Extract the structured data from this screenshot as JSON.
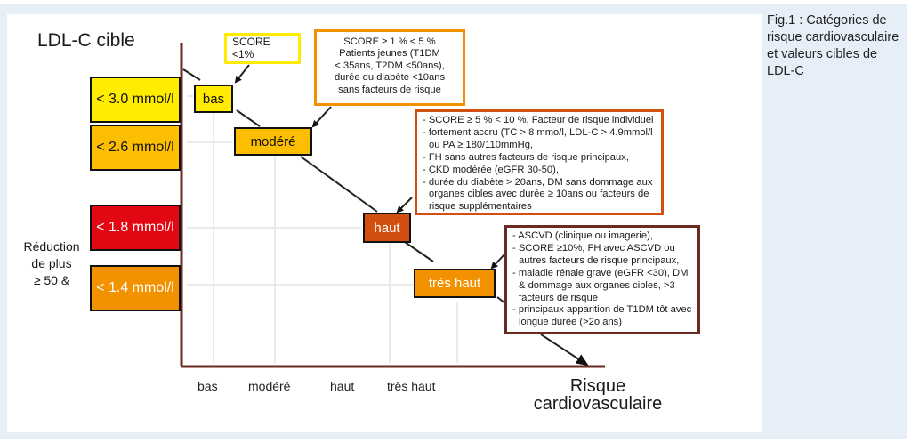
{
  "caption": "Fig.1 :  Catégories de risque cardiovasculaire et valeurs cibles de LDL-C",
  "y_axis_title": "LDL-C cible",
  "x_axis_title_line1": "Risque",
  "x_axis_title_line2": "cardiovasculaire",
  "reduction_note": [
    "Réduction",
    "de plus",
    "≥ 50 &"
  ],
  "targets": [
    {
      "label": "< 3.0 mmol/l",
      "color": "#ffec00"
    },
    {
      "label": "< 2.6 mmol/l",
      "color": "#fcbe00"
    },
    {
      "label": "< 1.8 mmol/l",
      "color": "#e30613"
    },
    {
      "label": "< 1.4 mmol/l",
      "color": "#f39200"
    }
  ],
  "categories": [
    {
      "label": "bas",
      "color": "#ffec00"
    },
    {
      "label": "modéré",
      "color": "#fcbe00"
    },
    {
      "label": "haut",
      "color": "#d2500f"
    },
    {
      "label": "très haut",
      "color": "#f39200"
    }
  ],
  "x_ticks": [
    "bas",
    "modéré",
    "haut",
    "très haut"
  ],
  "notes": {
    "bas": {
      "border": "#ffec00",
      "lines": [
        "SCORE <1%"
      ]
    },
    "modere": {
      "border": "#f39200",
      "lines": [
        "SCORE ≥ 1 % < 5 %",
        "Patients jeunes (T1DM",
        "< 35ans, T2DM <50ans),",
        "durée du diabète <10ans",
        "sans facteurs de risque"
      ]
    },
    "haut": {
      "border": "#d2500f",
      "items": [
        "SCORE ≥ 5 % < 10 %, Facteur de risque individuel",
        "fortement accru (TC > 8 mmo/l, LDL-C > 4.9mmol/l ou PA ≥ 180/110mmHg,",
        "FH sans autres facteurs de risque principaux,",
        "CKD modérée (eGFR 30-50),",
        "durée du diabète > 20ans, DM sans dommage aux organes cibles avec durée ≥ 10ans ou facteurs de risque supplémentaires"
      ]
    },
    "tres_haut": {
      "border": "#6b2a22",
      "items": [
        "ASCVD (clinique ou imagerie),",
        "SCORE ≥10%, FH avec ASCVD ou autres facteurs de risque principaux,",
        "maladie rénale grave (eGFR <30), DM & dommage aux organes cibles, >3 facteurs de risque",
        "principaux apparition de T1DM tôt avec longue durée (>2o ans)"
      ]
    }
  },
  "colors": {
    "axis": "#6b2a22",
    "grid": "#e4e4e4",
    "frame": "#e6eef8"
  }
}
